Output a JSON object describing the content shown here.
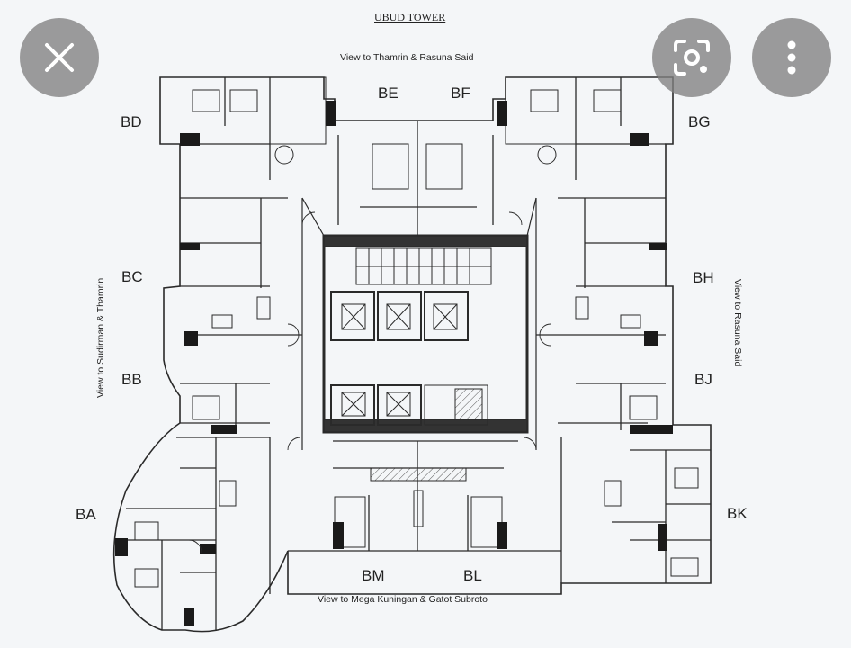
{
  "viewer": {
    "close_icon": "close-icon",
    "lens_icon": "visual-search-icon",
    "more_icon": "more-vert-icon",
    "overlay_color": "#808080"
  },
  "floor_plan": {
    "title": "UBUD TOWER",
    "views": {
      "top": "View to Thamrin & Rasuna Said",
      "bottom": "View to Mega Kuningan & Gatot Subroto",
      "left": "View to Sudirman & Thamrin",
      "right": "View to Rasuna Said"
    },
    "units": {
      "BA": "BA",
      "BB": "BB",
      "BC": "BC",
      "BD": "BD",
      "BE": "BE",
      "BF": "BF",
      "BG": "BG",
      "BH": "BH",
      "BJ": "BJ",
      "BK": "BK",
      "BL": "BL",
      "BM": "BM"
    }
  }
}
